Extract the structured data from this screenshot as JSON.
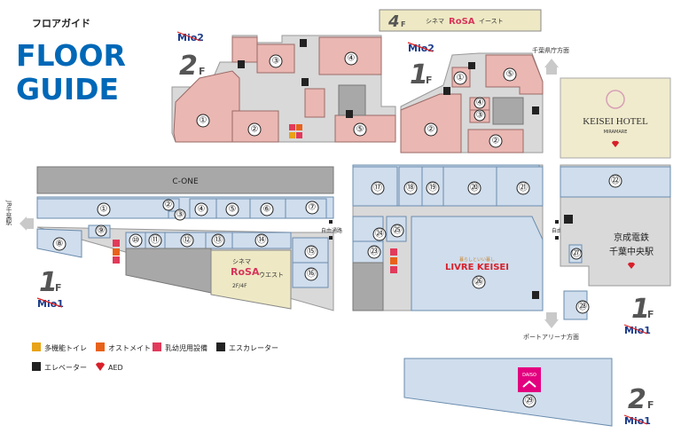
{
  "header": {
    "jp_title": "フロアガイド",
    "title_line1": "FLOOR",
    "title_line2": "GUIDE"
  },
  "floors": {
    "m2_label": "Mio2",
    "f2_num": "2",
    "f2_sub": "F",
    "f4_num": "4",
    "f4_sub": "F",
    "f4_shop": "シネマ",
    "f4_rosa": "RoSA",
    "f4_east": "イースト",
    "m2b_label": "Mio2",
    "f1_num": "1",
    "f1_sub": "F",
    "left1_num": "1",
    "left1_sub": "F",
    "left1_m": "Mio1",
    "right1_num": "1",
    "right1_sub": "F",
    "right1_m": "Mio1",
    "br2_num": "2",
    "br2_sub": "F",
    "br2_m": "Mio1"
  },
  "labels": {
    "cone": "C-ONE",
    "chiba_pref": "千葉県庁方面",
    "port_arena": "ポートアリーナ方面",
    "jr_chiba": "JR千葉駅",
    "free_passage_left": "自由通路",
    "free_passage_right": "自由通路",
    "keisei_hotel": "KEISEI HOTEL",
    "miramare": "MIRAMARE",
    "keisei_line": "京成電鉄",
    "keisei_station": "千葉中央駅",
    "rosa_cinema": "シネマ",
    "rosa_logo": "RoSA",
    "rosa_west": "ウエスト",
    "rosa_floors": "2F/4F",
    "livre": "LIVRE KEISEI",
    "livre_sub": "暮らしといい暮し",
    "daiso": "DAISO"
  },
  "shop_numbers": {
    "n1": "①",
    "n2": "②",
    "n3": "③",
    "n4": "④",
    "n5": "⑤",
    "n6": "⑥",
    "n7": "⑦",
    "n8": "⑧",
    "n9": "⑨",
    "n10": "⑩",
    "n11": "⑪",
    "n12": "⑫",
    "n13": "⑬",
    "n14": "⑭",
    "n15": "⑮",
    "n16": "⑯",
    "n17": "⑰",
    "n18": "⑱",
    "n19": "⑲",
    "n20": "⑳",
    "n21": "㉑",
    "n22": "㉒",
    "n23": "㉓",
    "n24": "㉔",
    "n25": "㉕",
    "n26": "㉖",
    "n27": "㉗",
    "n28": "㉘",
    "n29": "㉙"
  },
  "legend": [
    {
      "icon": "accessible-toilet-icon",
      "label": "多機能トイレ",
      "color": "#e8a317"
    },
    {
      "icon": "ostomate-icon",
      "label": "オストメイト",
      "color": "#e8621a"
    },
    {
      "icon": "nursing-room-icon",
      "label": "乳幼児用設備",
      "color": "#e23a5a"
    },
    {
      "icon": "escalator-icon",
      "label": "エスカレーター",
      "color": "#222222"
    },
    {
      "icon": "elevator-icon",
      "label": "エレベーター",
      "color": "#222222"
    },
    {
      "icon": "aed-icon",
      "label": "AED",
      "color": "#d81f2a"
    }
  ],
  "colors": {
    "title_blue": "#0068b7",
    "pink": "#eab7b2",
    "blue": "#cfdded",
    "gray": "#a8a8a8",
    "rosa_bg": "#eee9c4",
    "daiso": "#e3007f"
  }
}
